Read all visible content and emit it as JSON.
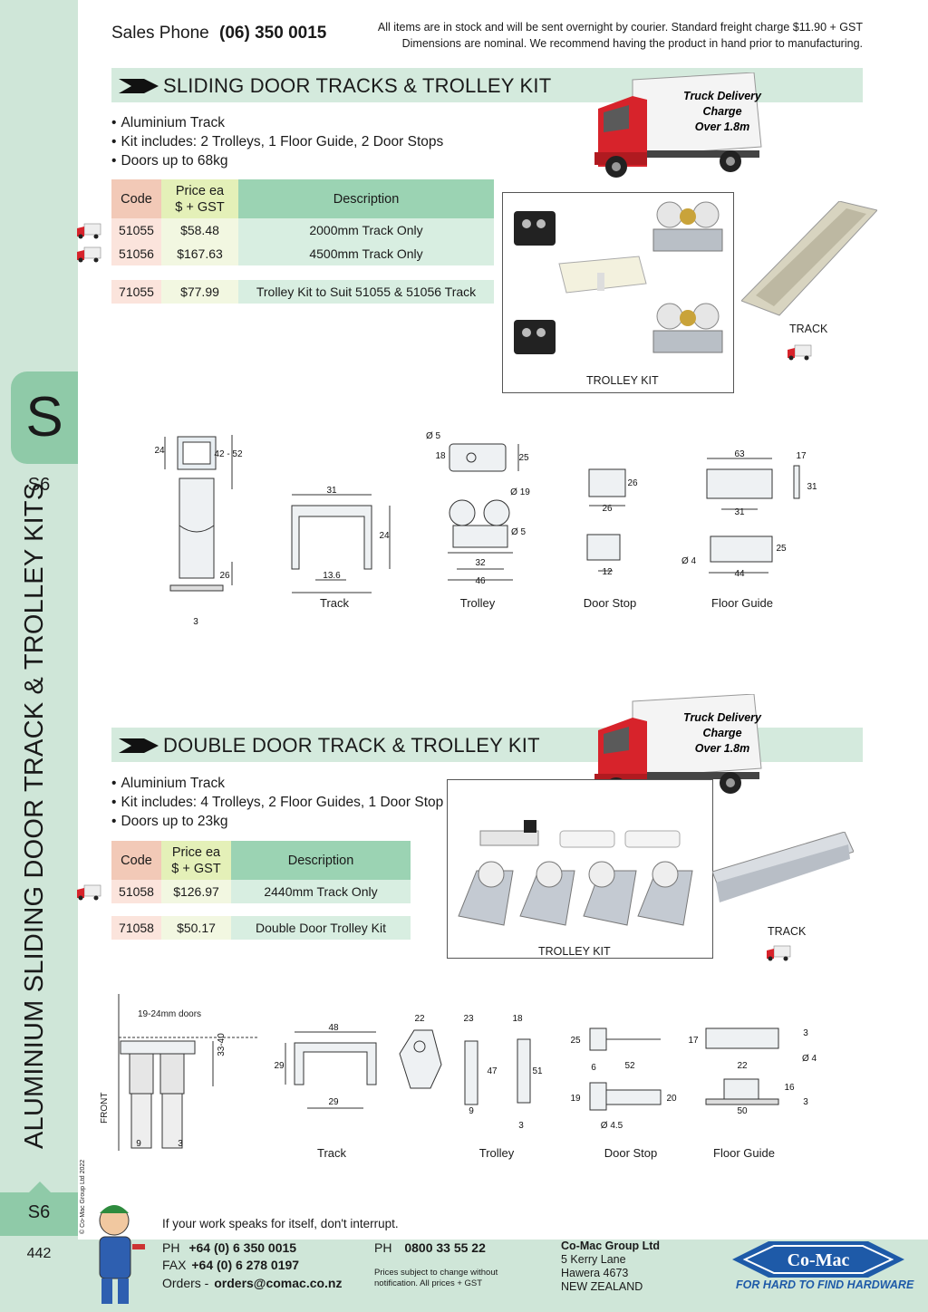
{
  "header": {
    "sales_label": "Sales Phone",
    "sales_number": "(06) 350 0015",
    "note_line1": "All items are in stock and will be sent overnight by courier. Standard freight charge $11.90 + GST",
    "note_line2": "Dimensions are nominal. We recommend having the product in hand prior to manufacturing."
  },
  "sidebar": {
    "letter": "S",
    "code_top": "S6",
    "vertical_title": "ALUMINIUM SLIDING DOOR TRACK & TROLLEY KITS",
    "copyright": "© Co-Mac Group Ltd 2022",
    "code_bottom": "S6",
    "page_number": "442"
  },
  "section1": {
    "title": "SLIDING DOOR TRACKS & TROLLEY KIT",
    "truck_text": [
      "Truck Delivery",
      "Charge",
      "Over 1.8m"
    ],
    "bullets": [
      "Aluminium Track",
      "Kit includes:  2 Trolleys, 1 Floor Guide, 2 Door Stops",
      "Doors up to 68kg"
    ],
    "table_headers": {
      "code": "Code",
      "price_line1": "Price ea",
      "price_line2": "$ + GST",
      "description": "Description"
    },
    "rows": [
      {
        "code": "51055",
        "price": "$58.48",
        "description": "2000mm Track Only"
      },
      {
        "code": "51056",
        "price": "$167.63",
        "description": "4500mm Track Only"
      },
      {
        "code": "71055",
        "price": "$77.99",
        "description": "Trolley Kit to Suit 51055 & 51056 Track"
      }
    ],
    "photo_labels": {
      "kit": "TROLLEY KIT",
      "track": "TRACK"
    },
    "drawing_labels": [
      "Track",
      "Trolley",
      "Door Stop",
      "Floor Guide"
    ]
  },
  "section2": {
    "title": "DOUBLE DOOR TRACK & TROLLEY KIT",
    "truck_text": [
      "Truck Delivery",
      "Charge",
      "Over 1.8m"
    ],
    "bullets": [
      "Aluminium Track",
      "Kit includes: 4 Trolleys, 2 Floor Guides, 1 Door Stop",
      "Doors up to 23kg"
    ],
    "table_headers": {
      "code": "Code",
      "price_line1": "Price ea",
      "price_line2": "$ + GST",
      "description": "Description"
    },
    "rows": [
      {
        "code": "51058",
        "price": "$126.97",
        "description": "2440mm Track Only"
      },
      {
        "code": "71058",
        "price": "$50.17",
        "description": "Double Door Trolley Kit"
      }
    ],
    "photo_labels": {
      "kit": "TROLLEY KIT",
      "track": "TRACK"
    },
    "drawing_labels": [
      "Track",
      "Trolley",
      "Door Stop",
      "Floor Guide"
    ],
    "doors_note": "19-24mm doors",
    "front_label": "FRONT"
  },
  "footer": {
    "tagline": "If your work speaks for itself, don't interrupt.",
    "ph_label": "PH",
    "ph_number": "+64 (0) 6 350 0015",
    "fax_label": "FAX",
    "fax_number": "+64 (0) 6 278 0197",
    "orders_label": "Orders -",
    "orders_email": "orders@comac.co.nz",
    "ph2_label": "PH",
    "ph2_number": "0800 33 55 22",
    "prices_note_line1": "Prices subject to change without",
    "prices_note_line2": "notification. All prices + GST",
    "company": "Co-Mac Group Ltd",
    "address": [
      "5 Kerry Lane",
      "Hawera 4673",
      "NEW ZEALAND"
    ],
    "logo_text": "Co-Mac",
    "brand_tagline": "FOR HARD TO FIND HARDWARE"
  },
  "colors": {
    "sidebar_bg": "#cfe6d8",
    "tab_green": "#8fcaa8",
    "truck_red": "#d7232b",
    "logo_blue": "#1e5aa8"
  }
}
